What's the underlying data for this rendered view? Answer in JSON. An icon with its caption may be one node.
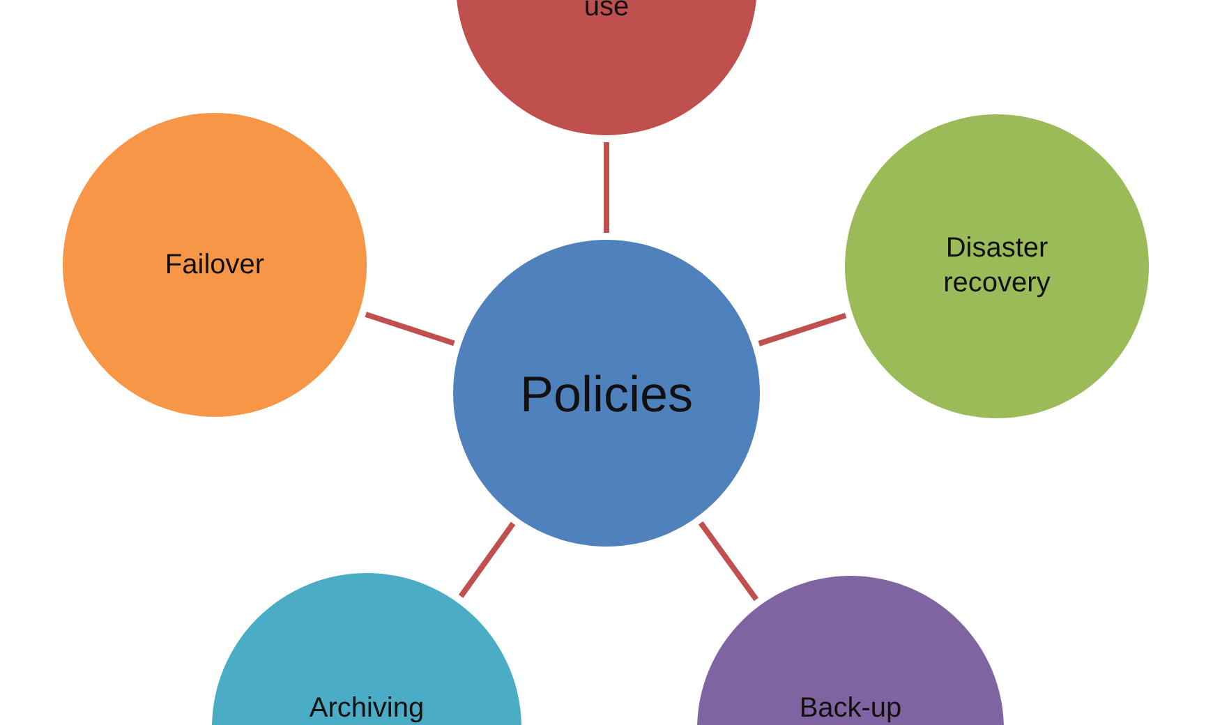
{
  "diagram": {
    "nodes": [
      {
        "text": [
          "use"
        ]
      },
      {
        "text": [
          "Failover"
        ]
      },
      {
        "text": [
          "Disaster recovery"
        ]
      },
      {
        "text": [
          "Policies"
        ]
      },
      {
        "text": [
          "Archiving"
        ]
      },
      {
        "text": [
          "Back-up"
        ]
      }
    ],
    "edges": [
      {
        "from": 3,
        "to": 0,
        "arrow": "none"
      },
      {
        "from": 3,
        "to": 1,
        "arrow": "none"
      },
      {
        "from": 3,
        "to": 2,
        "arrow": "none"
      },
      {
        "from": 3,
        "to": 4,
        "arrow": "none"
      },
      {
        "from": 3,
        "to": 5,
        "arrow": "none"
      }
    ]
  }
}
